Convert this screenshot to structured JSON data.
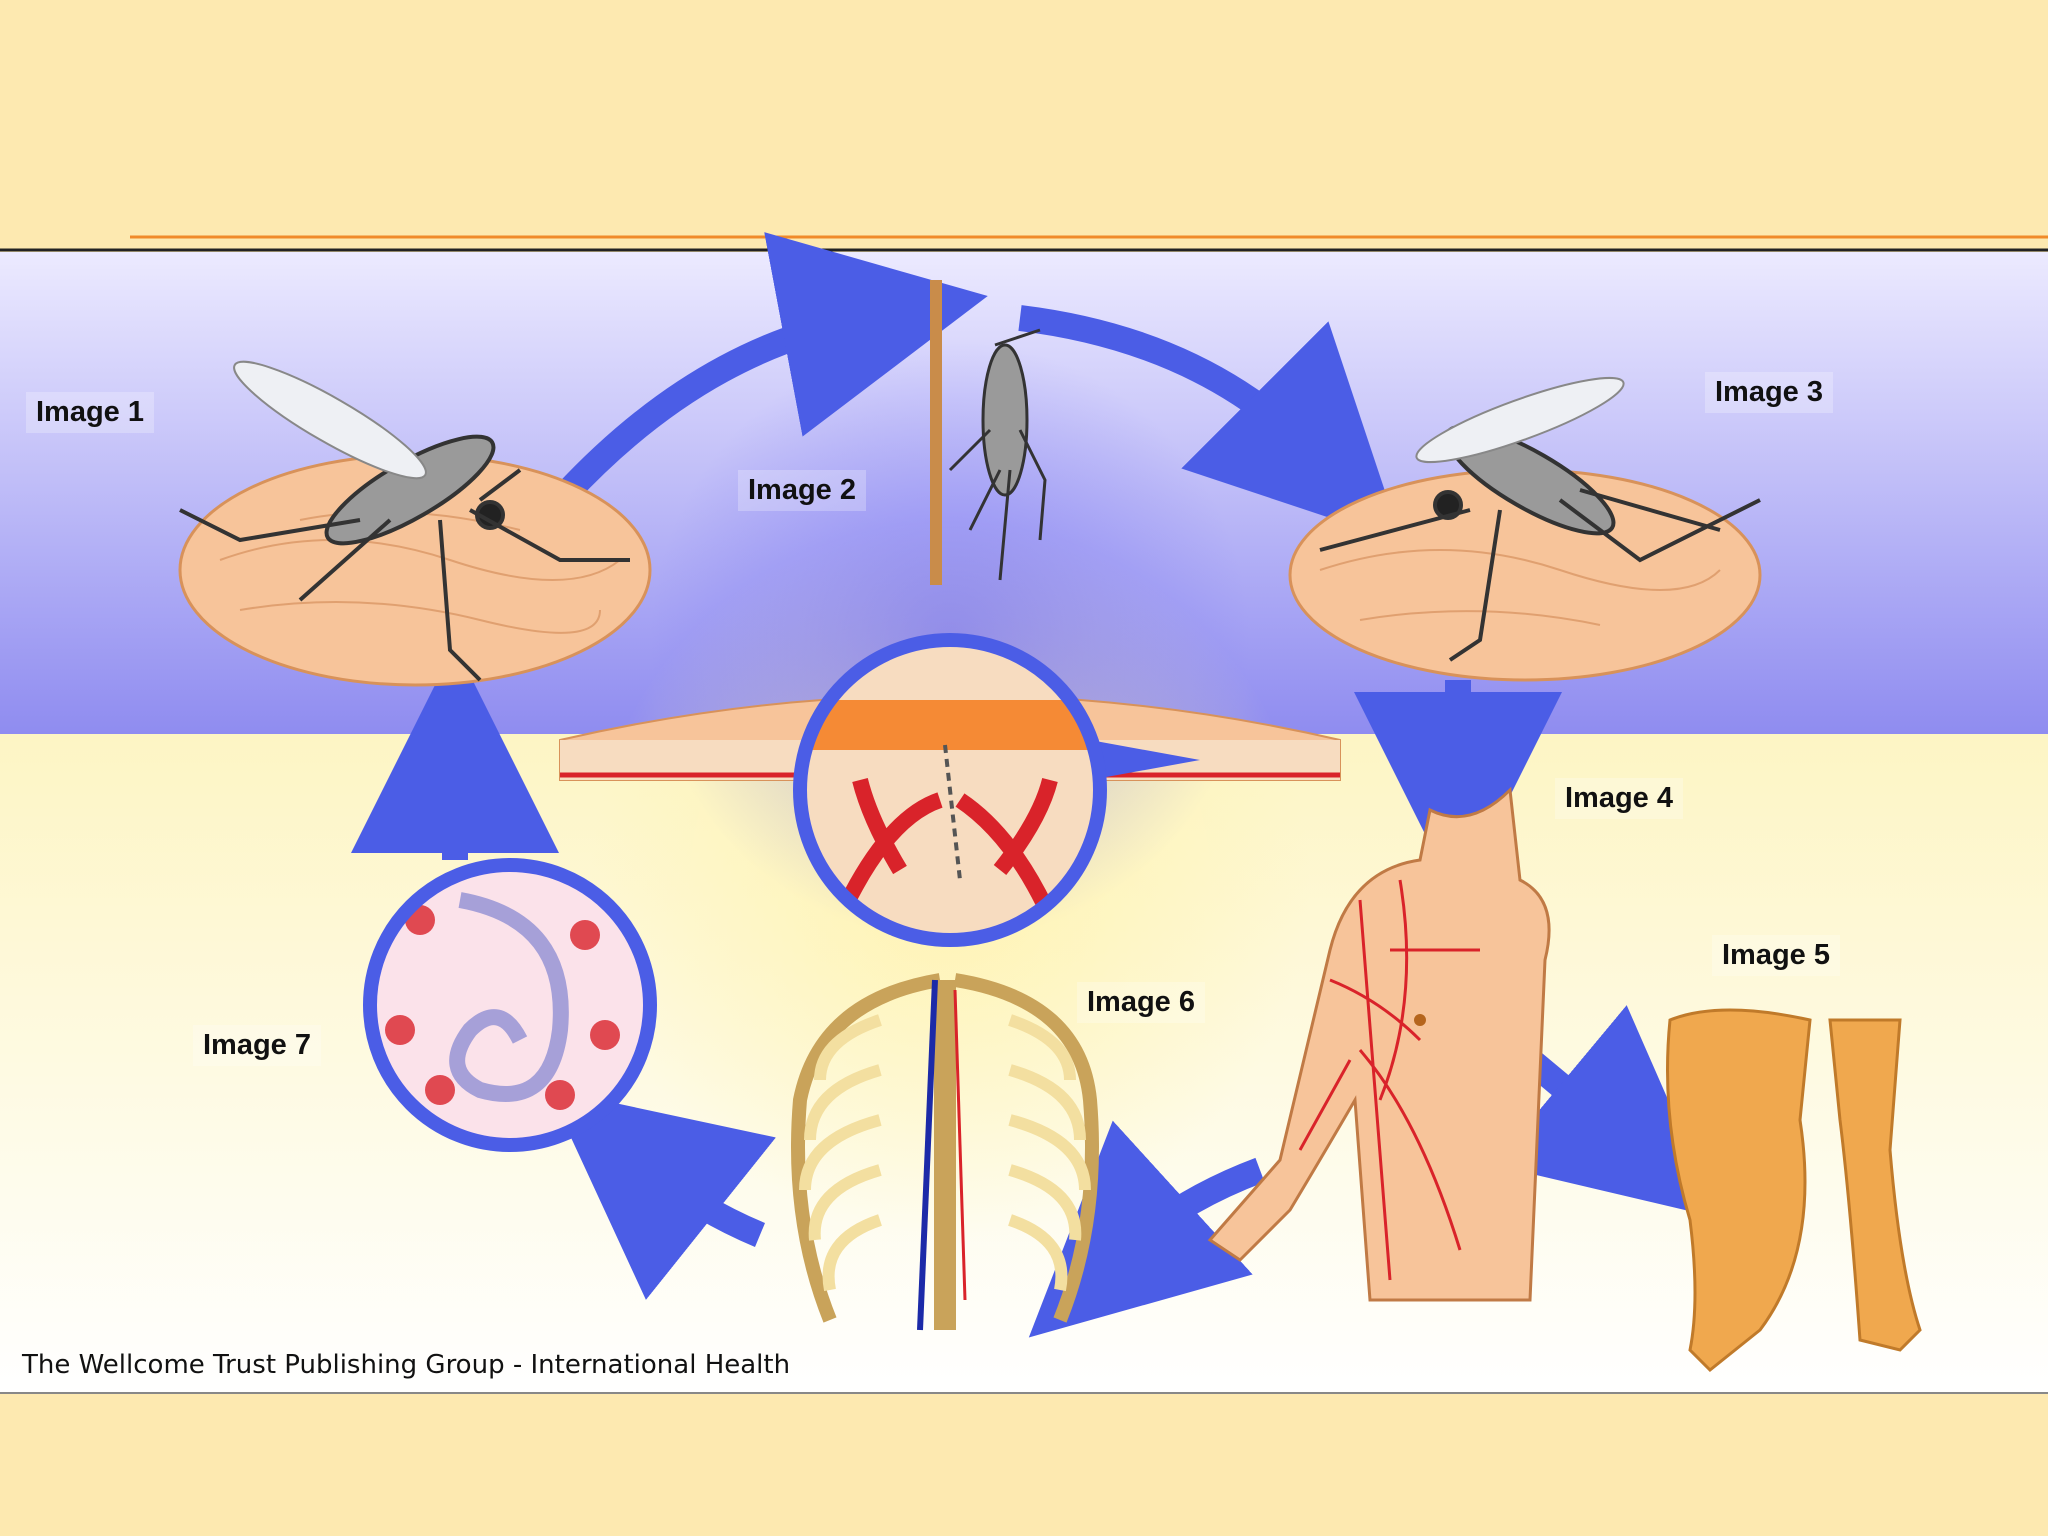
{
  "labels": {
    "image1": "Image 1",
    "image2": "Image 2",
    "image3": "Image 3",
    "image4": "Image 4",
    "image5": "Image 5",
    "image6": "Image 6",
    "image7": "Image 7"
  },
  "credit": "The Wellcome Trust Publishing Group - International Health",
  "colors": {
    "page_background": "#fde9b0",
    "header_rule": "#f08a2a",
    "sky_band": "#8f8cf0",
    "arrow": "#4b5de6",
    "skin": "#f7c49a",
    "vessel": "#d9232a"
  }
}
